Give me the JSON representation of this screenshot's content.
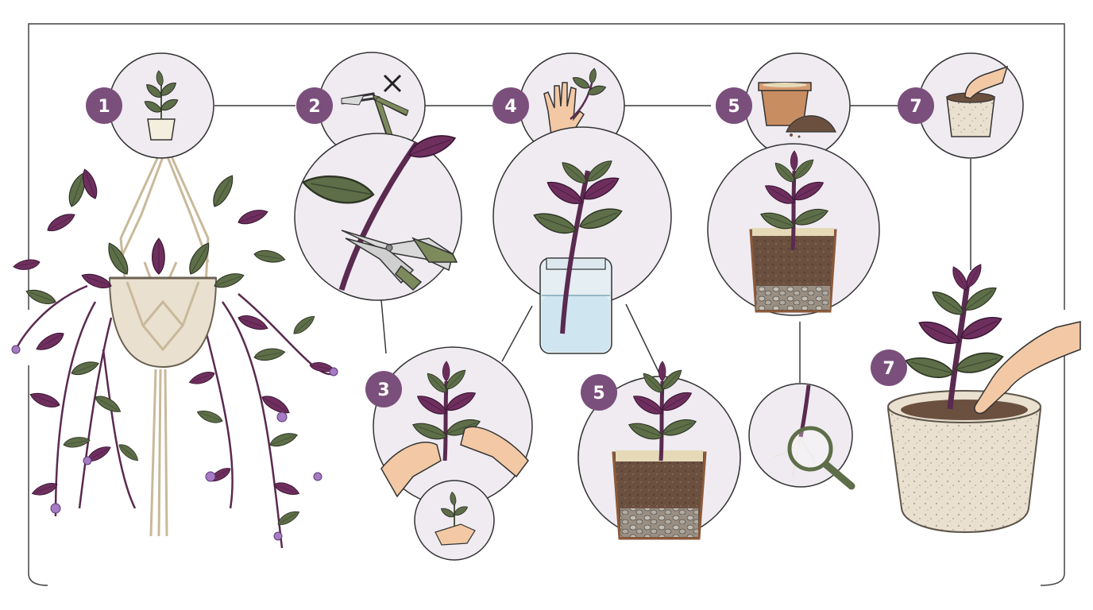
{
  "colors": {
    "badge": "#7b4f7c",
    "badge_text": "#ffffff",
    "circle_fill": "#efebf1",
    "line": "#3a3a3a",
    "leaf_green": "#5d6e48",
    "leaf_purple": "#6e2f5e",
    "stem": "#5a2a50",
    "terracotta": "#c98d62",
    "cream_pot": "#e9e0cf",
    "skin": "#f2c9a4",
    "water": "#cfe5ef",
    "soil": "#6b5040"
  },
  "steps": [
    {
      "badge": "1",
      "icon": "small-potted-plant-icon"
    },
    {
      "badge": "2",
      "icon": "pruning-shears-icon"
    },
    {
      "badge": "4",
      "icon": "hand-holding-cutting-icon"
    },
    {
      "badge": "5",
      "icon": "pot-and-soil-icon"
    },
    {
      "badge": "7",
      "icon": "hand-planting-in-pot-icon"
    }
  ],
  "detail_badges": {
    "remove_leaves": "3",
    "potted_cutting": "5",
    "final_pot": "7"
  }
}
